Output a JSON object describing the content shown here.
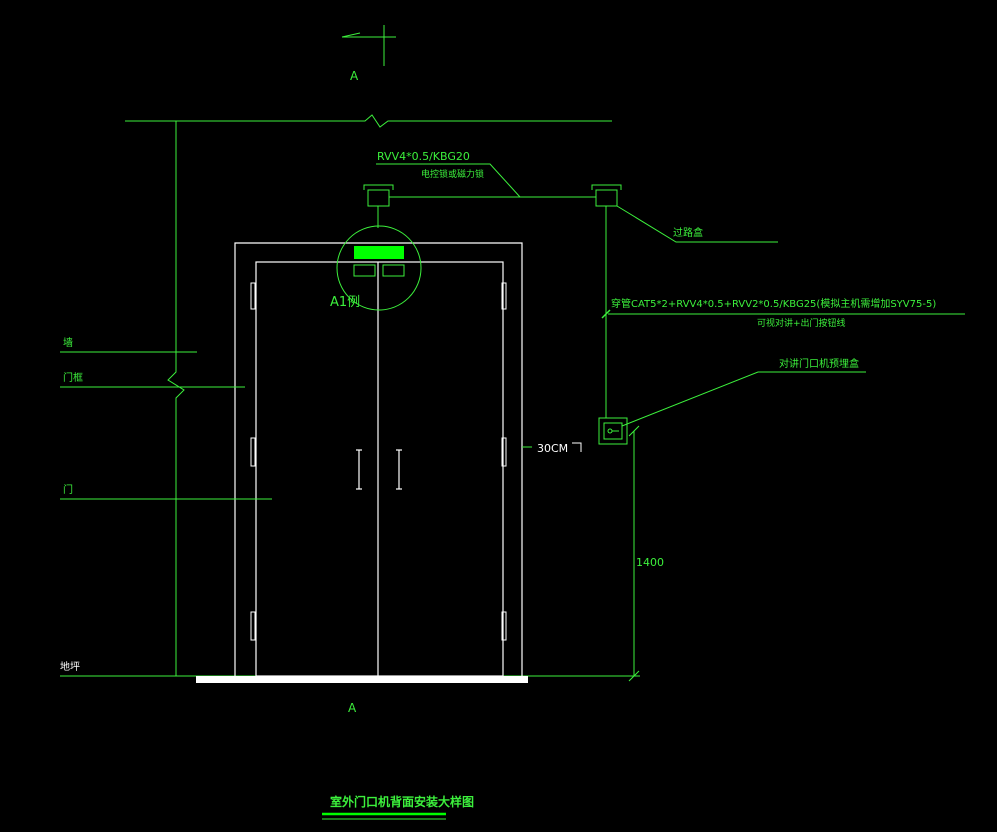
{
  "colors": {
    "background": "#000000",
    "line": "#3cf03c",
    "door": "#ffffff",
    "highlight": "#00ff00",
    "floor_bar": "#ffffff"
  },
  "labels": {
    "section_top": "A",
    "section_bottom": "A",
    "cable_top": "RVV4*0.5/KBG20",
    "lock_note": "电控锁或磁力锁",
    "junction_box": "过路盒",
    "cable_side": "穿管CAT5*2+RVV4*0.5+RVV2*0.5/KBG25(模拟主机需增加SYV75-5)",
    "cable_side_note": "可视对讲+出门按钮线",
    "intercom_box": "对讲门口机预埋盒",
    "detail_ref": "A1例",
    "wall": "墙",
    "door_frame": "门框",
    "door": "门",
    "floor": "地坪",
    "dim_offset": "30CM",
    "dim_height": "1400",
    "title": "室外门口机背面安装大样图"
  }
}
